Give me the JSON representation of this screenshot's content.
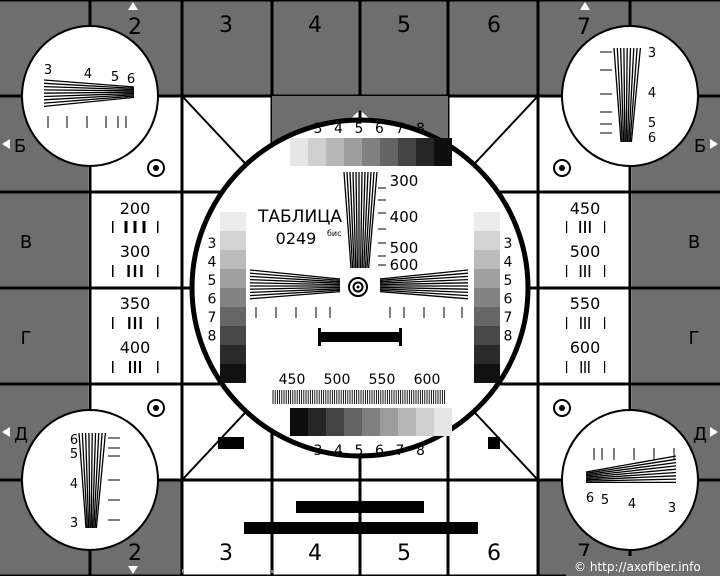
{
  "chart": {
    "title_line1": "ТАБЛИЦА",
    "title_line2": "0249",
    "title_sup": "бис"
  },
  "grid": {
    "top_cols": [
      "2",
      "3",
      "4",
      "5",
      "6",
      "7"
    ],
    "bottom_cols": [
      "2",
      "3",
      "4",
      "5",
      "6",
      "7"
    ],
    "left_rows": [
      "Б",
      "В",
      "Г",
      "Д"
    ],
    "right_rows": [
      "Б",
      "В",
      "Г",
      "Д"
    ]
  },
  "circle_wedges": {
    "top_numbers": [
      "3",
      "4",
      "5",
      "6",
      "7",
      "8"
    ],
    "bottom_numbers": [
      "3",
      "4",
      "5",
      "6",
      "7",
      "8"
    ],
    "side_numbers": [
      "3",
      "4",
      "5",
      "6",
      "7",
      "8"
    ],
    "vertical_scale": [
      "300",
      "400",
      "500",
      "600"
    ],
    "horizontal_scale": [
      "450",
      "500",
      "550",
      "600"
    ]
  },
  "resolution_blocks": {
    "left": [
      "200",
      "300",
      "350",
      "400"
    ],
    "right": [
      "450",
      "500",
      "550",
      "600"
    ]
  },
  "corner_circles": {
    "top_left": [
      "3",
      "4",
      "5",
      "6"
    ],
    "top_right": [
      "3",
      "4",
      "5",
      "6"
    ],
    "bottom_left": [
      "6",
      "5",
      "4",
      "3"
    ],
    "bottom_right": [
      "6",
      "5",
      "4",
      "3"
    ]
  },
  "watermarks": {
    "copyright": "© http://axofiber.info",
    "small_url": "http://axofiber.ru/e-lp.org/downloads/tv.resolution.chart"
  }
}
